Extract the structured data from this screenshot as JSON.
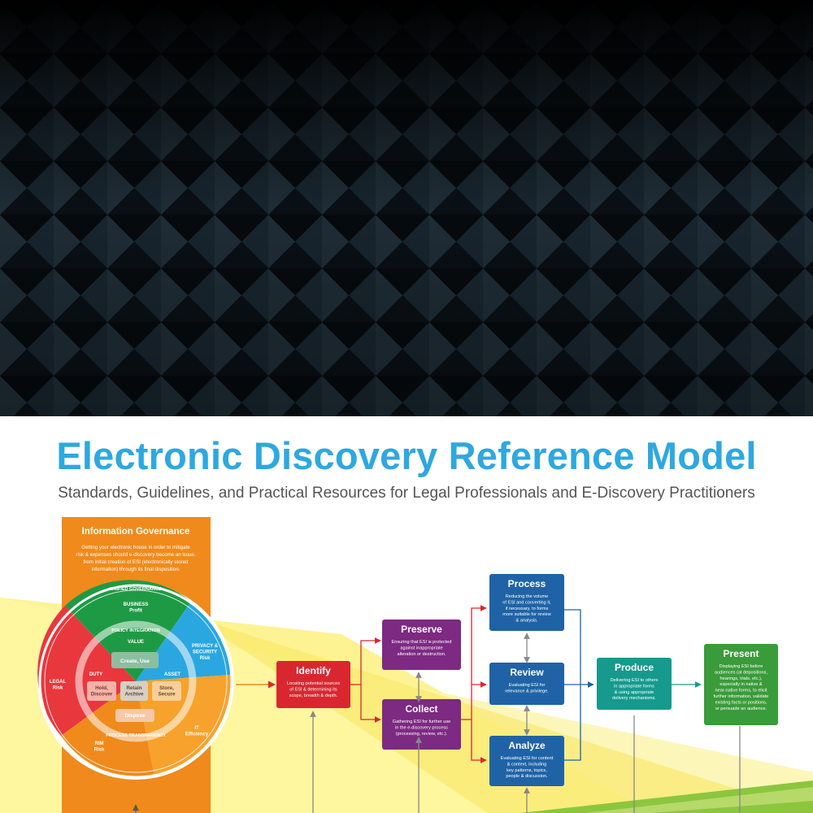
{
  "header": {
    "title": "Electronic Discovery Reference Model",
    "subtitle": "Standards, Guidelines, and Practical Resources for Legal Professionals and E-Discovery Practitioners"
  },
  "governance": {
    "title": "Information Governance",
    "description": [
      "Getting your electronic house in order to mitigate",
      "risk & expenses should e-discovery become an issue,",
      "from initial creation of ESI (electronically stored",
      "information) through its final disposition."
    ],
    "unified": "UNIFIED GOVERNANCE",
    "policy": "POLICY INTEGRATION",
    "transparency": "PROCESS TRANSPARENCY",
    "business": [
      "BUSINESS",
      "Profit"
    ],
    "privacy": [
      "PRIVACY &",
      "SECURITY",
      "Risk"
    ],
    "it": [
      "IT",
      "Efficiency"
    ],
    "rim": [
      "RIM",
      "Risk"
    ],
    "legal": [
      "LEGAL",
      "Risk"
    ],
    "value": "VALUE",
    "duty": "DUTY",
    "asset": "ASSET",
    "create": "Create, Use",
    "hold": [
      "Hold,",
      "Discover"
    ],
    "retain": [
      "Retain",
      "Archive"
    ],
    "store": [
      "Store,",
      "Secure"
    ],
    "dispose": "Dispose"
  },
  "stages": {
    "identify": {
      "title": "Identify",
      "desc": [
        "Locating potential sources",
        "of ESI & determining its",
        "scope, breadth & depth."
      ]
    },
    "preserve": {
      "title": "Preserve",
      "desc": [
        "Ensuring that ESI is protected",
        "against inappropriate",
        "alteration or destruction."
      ]
    },
    "collect": {
      "title": "Collect",
      "desc": [
        "Gathering ESI for further use",
        "in the e-discovery process",
        "(processing, review, etc.)."
      ]
    },
    "process": {
      "title": "Process",
      "desc": [
        "Reducing the volume",
        "of ESI and converting it,",
        "if necessary, to forms",
        "more suitable for review",
        "& analysis."
      ]
    },
    "review": {
      "title": "Review",
      "desc": [
        "Evaluating ESI for",
        "relevance & privilege."
      ]
    },
    "analyze": {
      "title": "Analyze",
      "desc": [
        "Evaluating ESI for content",
        "& context, including",
        "key patterns, topics,",
        "people & discussion."
      ]
    },
    "produce": {
      "title": "Produce",
      "desc": [
        "Delivering ESI to others",
        "in appropriate forms",
        "& using appropriate",
        "delivery mechanisms."
      ]
    },
    "present": {
      "title": "Present",
      "desc": [
        "Displaying ESI before",
        "audiences (at depositions,",
        "hearings, trials, etc.),",
        "especially in native &",
        "near-native forms, to elicit",
        "further information, validate",
        "existing facts or positions,",
        "or persuade an audience."
      ]
    }
  },
  "colors": {
    "title_blue": "#2ea8df",
    "orange": "#f08a1c",
    "identify_red": "#d92730",
    "preserve_purple": "#7c2a82",
    "process_blue": "#1f63a6",
    "produce_teal": "#169a8d",
    "present_green": "#3a9b3a",
    "business_green": "#1e9a45",
    "privacy_blue": "#2aa7e1",
    "legal_red": "#e8383d",
    "it_orange": "#f7a22c"
  }
}
